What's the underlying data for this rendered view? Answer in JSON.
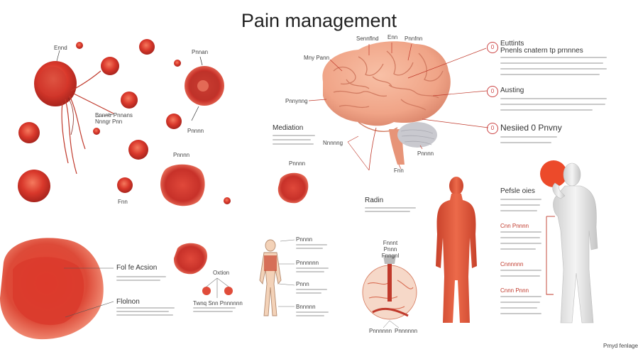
{
  "title": "Pain management",
  "labels": {
    "cell_top": "Ennd",
    "cell_mid": "Pnnan",
    "cell_note": "Bnnntr Pnnans",
    "cell_note2": "Nnngr Pnn",
    "cell_bottom": "Pnnnn",
    "cell_pair": "Pnnnn",
    "cell_small": "Fnn",
    "brain_top1": "Sennflnd",
    "brain_top2": "Enn",
    "brain_top3": "Pnnfnn",
    "brain_left1": "Mny Pann",
    "brain_left2": "Pnnynng",
    "brain_left3": "Nnnnng",
    "brain_bottom1": "Fnn",
    "brain_bottom2": "Pnnnn",
    "mediation": "Mediation",
    "cell_left_label": "Pnnnn",
    "radin": "Radin",
    "action": "Fol fe Acsion",
    "flolnon": "Flolnon",
    "oxtion": "Oxtion",
    "pair_caption": "Twnq Snn Pnnnnnn",
    "body_lab1": "Pnnnn",
    "body_lab2": "Pnnnnnn",
    "body_lab3": "Pnnn",
    "body_lab4": "Bnnnnn",
    "nerve_top": "Fnnnt Pnnn Fnngnl",
    "nerve_b1": "Pnnnnnn",
    "nerve_b2": "Pnnnnnn",
    "right_h1": "Euttints",
    "right_h1b": "Pnenls cnatern tp prnnnes",
    "right_h2": "Austing",
    "right_h3": "Nesiied 0 Pnvny",
    "right_p1": "Pefsle oies",
    "right_p2": "Cnn Pnnnn",
    "right_p3": "Cnnnnnn",
    "right_p4": "Cnnn Pnnn",
    "footer": "Pmyd fenlagets"
  },
  "badges": [
    "0",
    "0",
    "0"
  ],
  "colors": {
    "cell": "#d93a2e",
    "cell_dark": "#b52a22",
    "cell_light": "#f07b62",
    "brain": "#f0a487",
    "brain_dark": "#d77d63",
    "cerebellum": "#c8c8cc",
    "leader_line": "#c0392b",
    "text_line": "#cfcfcf",
    "body": "#e0573a",
    "figure": "#e6e6e6"
  }
}
